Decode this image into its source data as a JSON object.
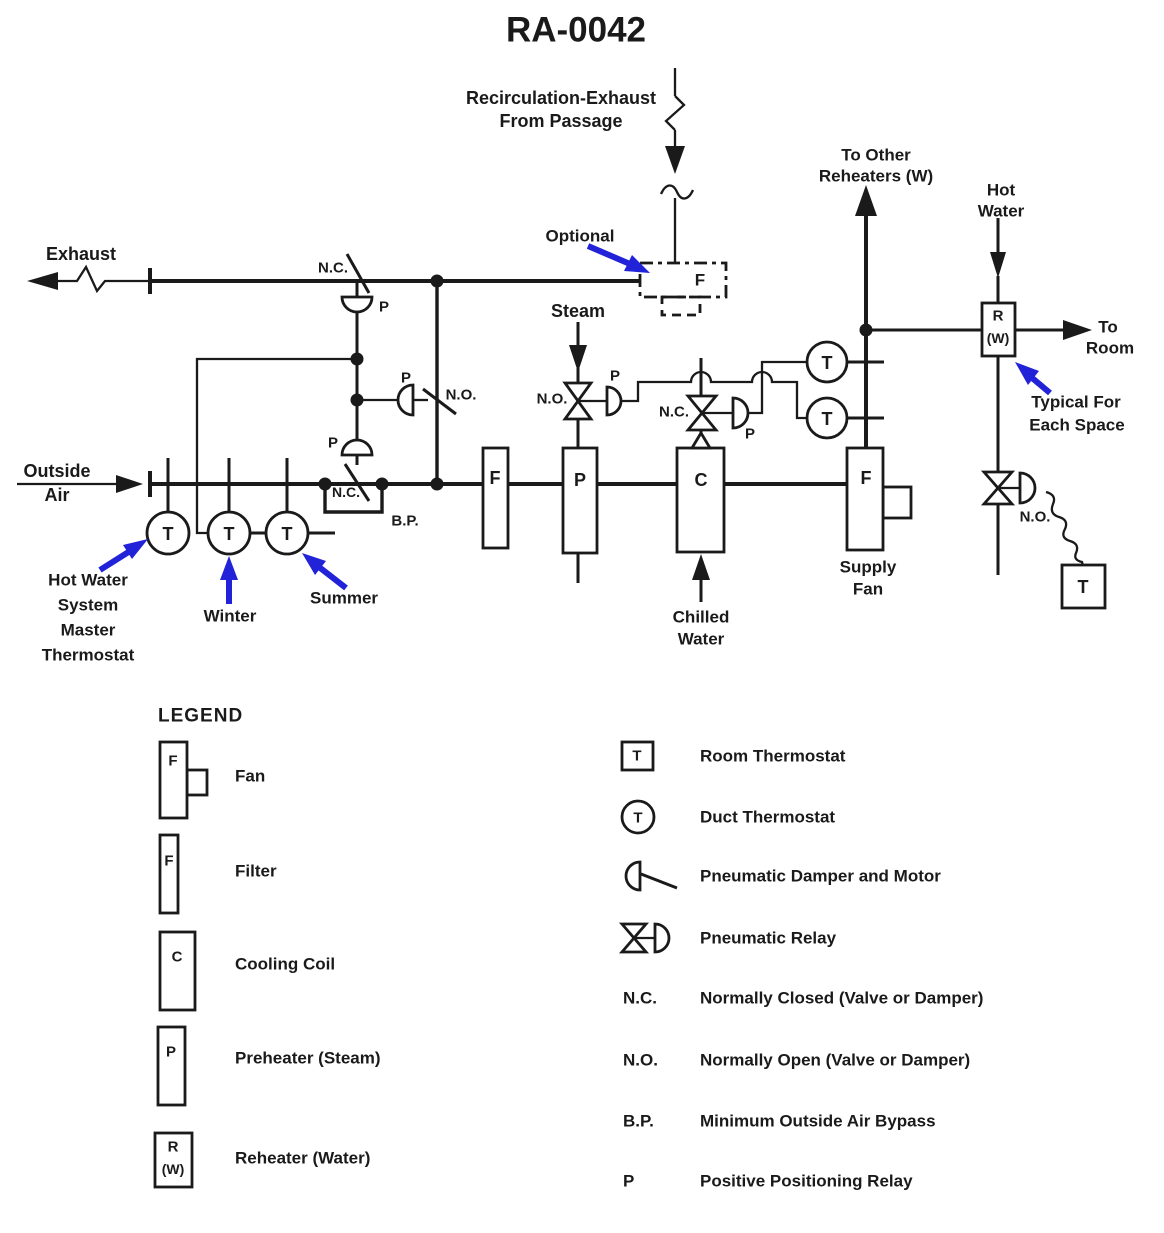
{
  "title": "RA-0042",
  "colors": {
    "ink": "#1a1a1a",
    "accent_blue": "#2222d8",
    "background": "#ffffff"
  },
  "labels": {
    "recirc1": "Recirculation-Exhaust",
    "recirc2": "From Passage",
    "exhaust": "Exhaust",
    "optional": "Optional",
    "steam": "Steam",
    "outside1": "Outside",
    "outside2": "Air",
    "reheaters1": "To Other",
    "reheaters2": "Reheaters (W)",
    "hotwater1": "Hot",
    "hotwater2": "Water",
    "toroom1": "To",
    "toroom2": "Room",
    "typical1": "Typical For",
    "typical2": "Each Space",
    "supplyfan1": "Supply",
    "supplyfan2": "Fan",
    "chilled1": "Chilled",
    "chilled2": "Water",
    "master1": "Hot Water",
    "master2": "System",
    "master3": "Master",
    "master4": "Thermostat",
    "winter": "Winter",
    "summer": "Summer",
    "bp": "B.P."
  },
  "tags": {
    "nc": "N.C.",
    "no": "N.O.",
    "p": "P",
    "t": "T",
    "f": "F",
    "c": "C",
    "r": "R",
    "w": "(W)"
  },
  "legend": {
    "heading": "LEGEND",
    "left": [
      {
        "symbol": "fan",
        "tag": "F",
        "label": "Fan"
      },
      {
        "symbol": "filter",
        "tag": "F",
        "label": "Filter"
      },
      {
        "symbol": "cooling-coil",
        "tag": "C",
        "label": "Cooling Coil"
      },
      {
        "symbol": "preheater",
        "tag": "P",
        "label": "Preheater (Steam)"
      },
      {
        "symbol": "reheater",
        "tag": "R",
        "tag2": "(W)",
        "label": "Reheater (Water)"
      }
    ],
    "right": [
      {
        "symbol": "room-thermostat",
        "tag": "T",
        "label": "Room Thermostat"
      },
      {
        "symbol": "duct-thermostat",
        "tag": "T",
        "label": "Duct Thermostat"
      },
      {
        "symbol": "pneumatic-damper-motor",
        "label": "Pneumatic Damper and Motor"
      },
      {
        "symbol": "pneumatic-relay",
        "label": "Pneumatic Relay"
      },
      {
        "abbr": "N.C.",
        "label": "Normally Closed (Valve or Damper)"
      },
      {
        "abbr": "N.O.",
        "label": "Normally Open (Valve or Damper)"
      },
      {
        "abbr": "B.P.",
        "label": "Minimum Outside Air Bypass"
      },
      {
        "abbr": "P",
        "label": "Positive Positioning Relay"
      }
    ]
  }
}
